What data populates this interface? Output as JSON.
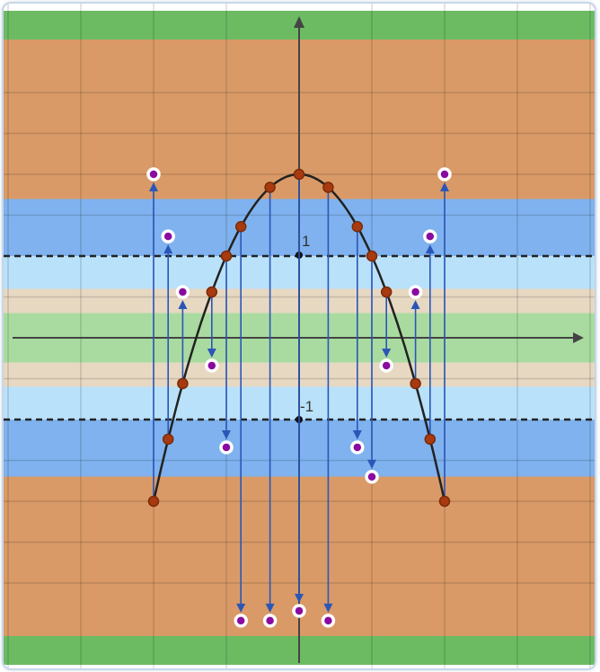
{
  "diagram": {
    "type": "iteration-map",
    "axis_labels": [
      "1",
      "-1"
    ],
    "levels": [
      1,
      -1
    ],
    "band_colors": {
      "outer": "#6cbb63",
      "far": "#d99a67",
      "mid": "#7fb2ee",
      "near": "#b9e1fa",
      "close": "#e7d8c2",
      "core": "#a9dba0"
    },
    "curve_color": "#222222",
    "arrow_color": "#2a56b8",
    "curve_point_color": "#a83a10",
    "image_point_color": "#8a0aa0",
    "curve_points": [
      [
        -2.0,
        -2.0
      ],
      [
        -1.8,
        -1.24
      ],
      [
        -1.6,
        -0.56
      ],
      [
        -1.2,
        0.56
      ],
      [
        -1.0,
        1.0
      ],
      [
        -0.8,
        1.36
      ],
      [
        -0.4,
        1.84
      ],
      [
        0.0,
        2.0
      ],
      [
        0.4,
        1.84
      ],
      [
        0.8,
        1.36
      ],
      [
        1.0,
        1.0
      ],
      [
        1.2,
        0.56
      ],
      [
        1.6,
        -0.56
      ],
      [
        1.8,
        -1.24
      ],
      [
        2.0,
        -2.0
      ]
    ],
    "image_points": [
      [
        -2.0,
        2.0
      ],
      [
        -1.8,
        1.24
      ],
      [
        -1.6,
        0.56
      ],
      [
        -1.2,
        -0.34
      ],
      [
        -1.0,
        -1.34
      ],
      [
        -0.8,
        -3.46
      ],
      [
        -0.4,
        -3.46
      ],
      [
        0.0,
        -3.34
      ],
      [
        0.4,
        -3.46
      ],
      [
        0.8,
        -1.34
      ],
      [
        1.0,
        -1.7
      ],
      [
        1.2,
        -0.34
      ],
      [
        1.6,
        0.56
      ],
      [
        1.8,
        1.24
      ],
      [
        2.0,
        2.0
      ]
    ]
  }
}
